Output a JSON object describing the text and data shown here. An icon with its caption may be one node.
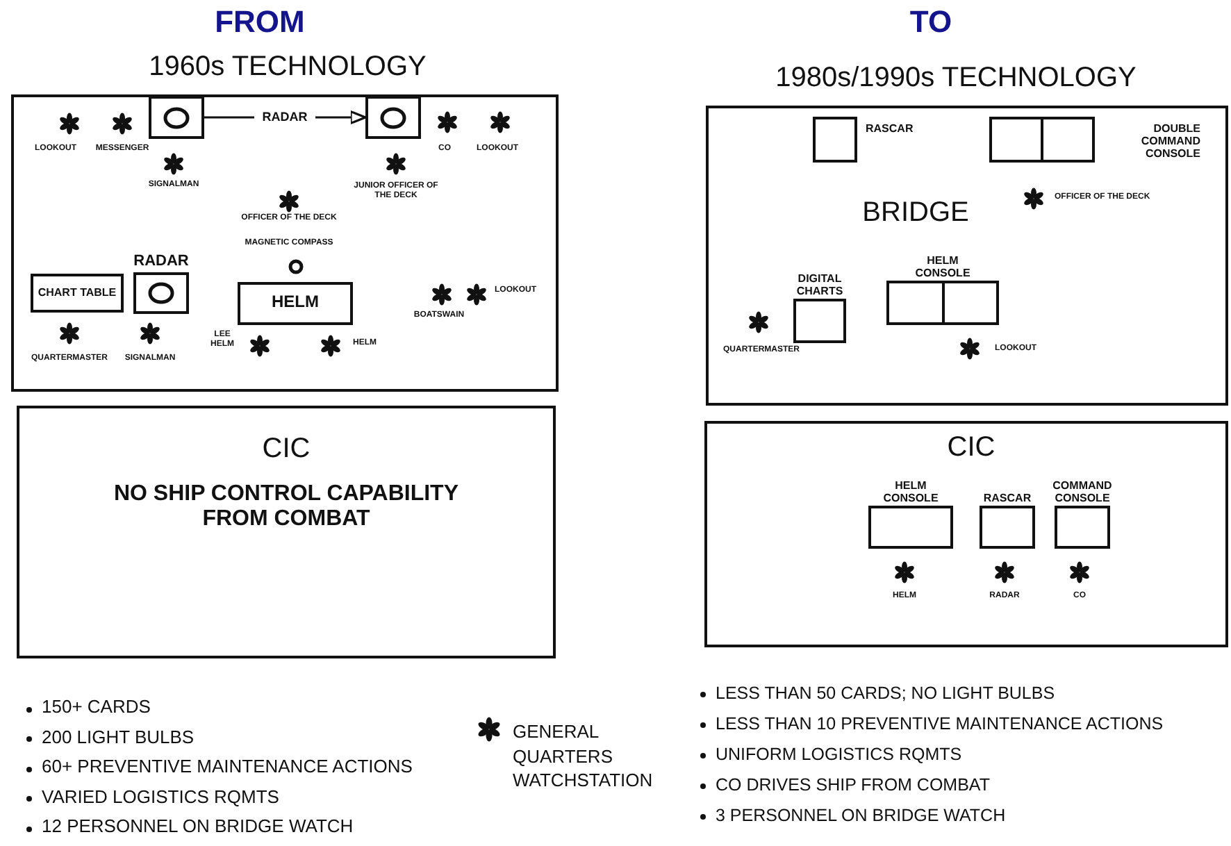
{
  "diagram": {
    "nodes": [
      {
        "text": [],
        "shape": "box"
      },
      {
        "text": [],
        "shape": "box",
        "in": 0
      },
      {
        "text": [],
        "shape": "box",
        "in": 0
      },
      {
        "text": [
          "CHART TABLE"
        ],
        "in": 0
      },
      {
        "text": [
          "RADAR"
        ],
        "in": 0
      },
      {
        "text": [
          "HELM"
        ],
        "in": 0
      },
      {
        "text": [
          "CIC",
          "NO SHIP CONTROL CAPABILITY FROM COMBAT"
        ]
      },
      {
        "text": [
          "BRIDGE"
        ]
      },
      {
        "text": [
          "RASCAR"
        ],
        "in": 7
      },
      {
        "text": [
          "DOUBLE COMMAND CONSOLE"
        ],
        "in": 7
      },
      {
        "text": [
          "DIGITAL CHARTS"
        ],
        "in": 7
      },
      {
        "text": [
          "HELM CONSOLE"
        ],
        "in": 7
      },
      {
        "text": [
          "CIC"
        ]
      },
      {
        "text": [
          "HELM CONSOLE"
        ],
        "in": 12
      },
      {
        "text": [
          "RASCAR"
        ],
        "in": 12
      },
      {
        "text": [
          "COMMAND CONSOLE"
        ],
        "in": 12
      }
    ],
    "edges": [
      {
        "from": 1,
        "to": 2,
        "arrow": "to",
        "label": "RADAR"
      }
    ],
    "labels": [
      "FROM",
      "TO",
      "1960s TECHNOLOGY",
      "1980s/1990s TECHNOLOGY",
      "LOOKOUT",
      "MESSENGER",
      "CO",
      "LOOKOUT",
      "SIGNALMAN",
      "JUNIOR OFFICER OF THE DECK",
      "OFFICER OF THE DECK",
      "MAGNETIC COMPASS",
      "LOOKOUT",
      "BOATSWAIN",
      "LEE HELM",
      "HELM",
      "QUARTERMASTER",
      "SIGNALMAN",
      "OFFICER OF THE DECK",
      "QUARTERMASTER",
      "LOOKOUT",
      "HELM",
      "RADAR",
      "CO",
      "150+ CARDS",
      "200 LIGHT BULBS",
      "60+ PREVENTIVE MAINTENANCE ACTIONS",
      "VARIED LOGISTICS RQMTS",
      "12 PERSONNEL ON BRIDGE WATCH",
      "LESS THAN 50 CARDS; NO LIGHT BULBS",
      "LESS THAN 10 PREVENTIVE MAINTENANCE ACTIONS",
      "UNIFORM LOGISTICS RQMTS",
      "CO DRIVES SHIP FROM COMBAT",
      "3 PERSONNEL ON BRIDGE WATCH"
    ],
    "legend": [
      {
        "text": "GENERAL QUARTERS WATCHSTATION"
      }
    ]
  }
}
